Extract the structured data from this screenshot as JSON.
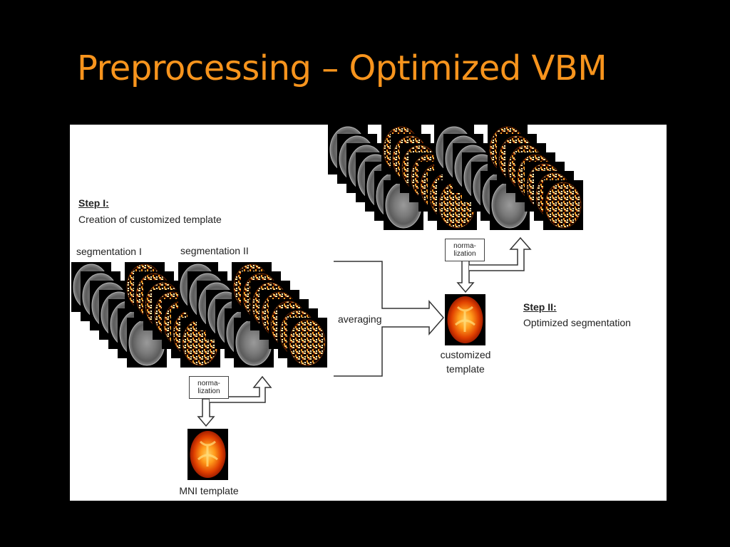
{
  "slide": {
    "title": "Preprocessing – Optimized VBM"
  },
  "diagram": {
    "step1": {
      "heading": "Step I:",
      "description": "Creation of customized template"
    },
    "step2": {
      "heading": "Step II:",
      "description": "Optimized segmentation"
    },
    "labels": {
      "segmentation_1": "segmentation I",
      "segmentation_2": "segmentation II",
      "normalization_line1": "norma-",
      "normalization_line2": "lization",
      "averaging": "averaging",
      "mni_template": "MNI template",
      "customized_template_line1": "customized",
      "customized_template_line2": "template"
    },
    "colors": {
      "title": "#f7941d",
      "background": "#000000",
      "panel": "#ffffff"
    }
  }
}
